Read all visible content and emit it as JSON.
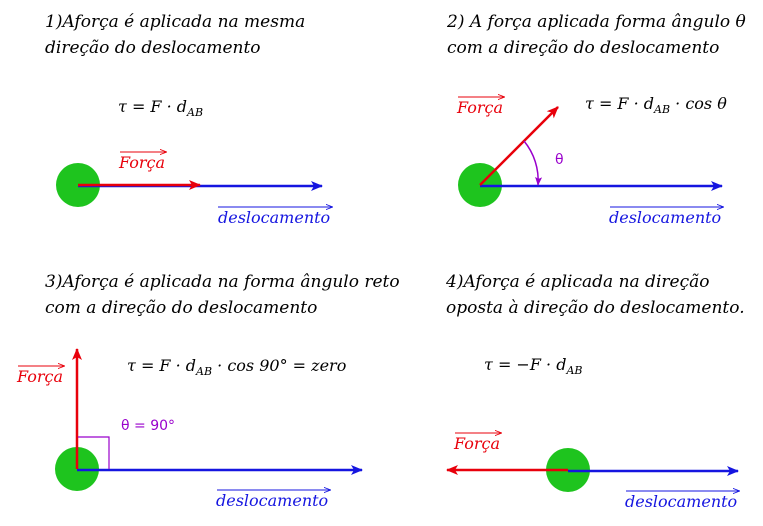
{
  "colors": {
    "force": "#e8000b",
    "displacement": "#1515e0",
    "angle": "#9900cc",
    "body": "#1ec41e"
  },
  "panel1": {
    "caption_line1": "1)Aforça é aplicada na mesma",
    "caption_line2": "direção do deslocamento",
    "equation": "τ = F · d",
    "equation_sub": "AB",
    "force_label": "Força",
    "displacement_label": "deslocamento"
  },
  "panel2": {
    "caption_line1": "2) A força aplicada forma ângulo θ",
    "caption_line2": "com a direção do deslocamento",
    "equation": "τ = F · d",
    "equation_sub": "AB",
    "equation_tail": " · cos θ",
    "force_label": "Força",
    "angle_label": "θ",
    "displacement_label": "deslocamento"
  },
  "panel3": {
    "caption_line1": "3)Aforça é aplicada na forma ângulo reto",
    "caption_line2": "com a direção do deslocamento",
    "equation": "τ = F · d",
    "equation_sub": "AB",
    "equation_tail": " · cos 90° = zero",
    "force_label": "Força",
    "angle_label": "θ = 90°",
    "displacement_label": "deslocamento"
  },
  "panel4": {
    "caption_line1": "4)Aforça é aplicada na direção",
    "caption_line2": "oposta à direção do deslocamento.",
    "equation": "τ = −F · d",
    "equation_sub": "AB",
    "force_label": "Força",
    "displacement_label": "deslocamento"
  }
}
